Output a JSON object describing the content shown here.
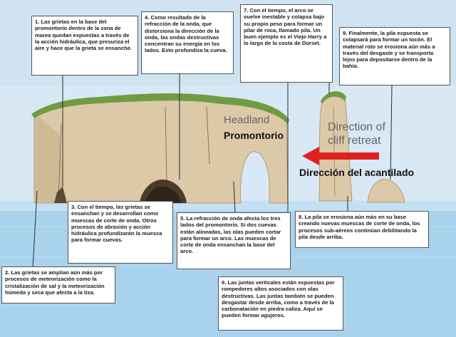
{
  "labels": {
    "headland_en": "Headland",
    "headland_es": "Promontorio",
    "retreat_en_1": "Direction of",
    "retreat_en_2": "cliff retreat",
    "retreat_es": "Dirección del acantilado"
  },
  "colors": {
    "sky": "#cfe3f1",
    "sea": "#a9d3ec",
    "cliff": "#dcc9a8",
    "grass": "#6f9c43",
    "arrow": "#e02020"
  },
  "steps": {
    "s1": "1. Las grietas en la base del promontorio dentro de la zona de marea quedan expuestas a través de la acción hidráulica, que presuriza el aire y hace que la grieta se ensanche.",
    "s2": "2. Las grietas se amplían aún más por procesos de meteorización como la cristalización de sal y la meteorización húmeda y seca que afecta a la tiza.",
    "s3": "3. Con el tiempo, las grietas se ensanchan y se desarrollan como muescas de corte de onda. Otros procesos de abrasión y acción hidráulica profundizarán la muesca para formar cuevas.",
    "s4": "4. Como resultado de la refracción de la onda, que distorsiona la dirección de la onda, las ondas destructivas concentran su energía en los lados. Esto profundiza la cueva.",
    "s5": "5. La refracción de onda afecta los tres lados del promontorio. Si dos cuevas están alineadas, las olas pueden cortar para formar un arco. Las muescas de corte de onda ensanchan la base del arco.",
    "s6": "6. Las juntas verticales están expuestas por rompedores altos asociados con olas destructivas. Las juntas también se pueden desgastar desde arriba, como a través de la carbonatación en piedra caliza. Aquí se pueden formar agujeros.",
    "s7": "7. Con el tiempo, el arco se vuelve inestable y colapsa bajo su propio peso para formar un pilar de roca, llamado pila. Un buen ejemplo es el Viejo Harry a lo largo de la costa de Dorset.",
    "s8": "8. La pila se erosiona aún más en su base creando nuevas muescas de corte de onda, los procesos sub-aéreos continúan debilitando la pila desde arriba.",
    "s9": "9. Finalmente, la pila expuesta se colapsará para formar un tocón. El material roto se erosiona aún más a través del desgaste y se transporta lejos para depositarse dentro de la bahía."
  }
}
